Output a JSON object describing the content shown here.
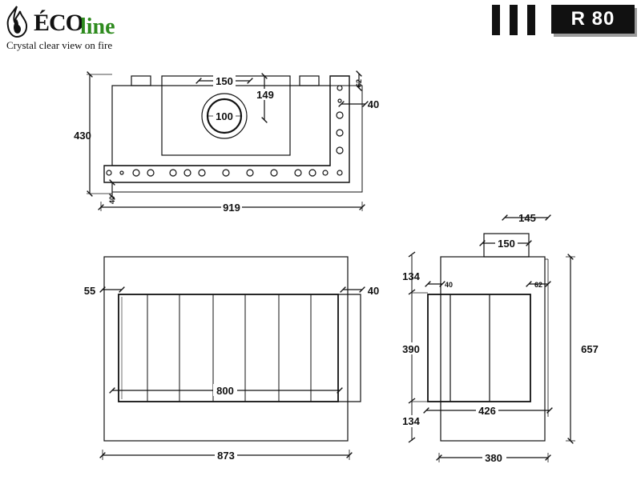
{
  "header": {
    "brand_eco": "ÉCO",
    "brand_line": "line",
    "tagline": "Crystal clear view on fire",
    "model": "R 80"
  },
  "top_view": {
    "dims": {
      "depth": "430",
      "flue_width": "150",
      "flue_offset": "149",
      "flue_diameter": "100",
      "top_offset": "62",
      "side_rim": "40",
      "bottom_rim": "40",
      "width": "919"
    }
  },
  "front_view": {
    "dims": {
      "left_margin": "55",
      "right_margin": "40",
      "glass_width": "800",
      "width": "873"
    }
  },
  "side_view": {
    "dims": {
      "flue_outer": "145",
      "flue_inner": "150",
      "top": "134",
      "left_offset": "40",
      "right_offset": "62",
      "middle": "390",
      "bottom": "134",
      "height": "657",
      "inner_width": "426",
      "width": "380"
    }
  },
  "colors": {
    "ink": "#111111",
    "accent_green": "#2e8b1e",
    "badge_shadow": "#9a9a9a",
    "flame": "#111111"
  }
}
